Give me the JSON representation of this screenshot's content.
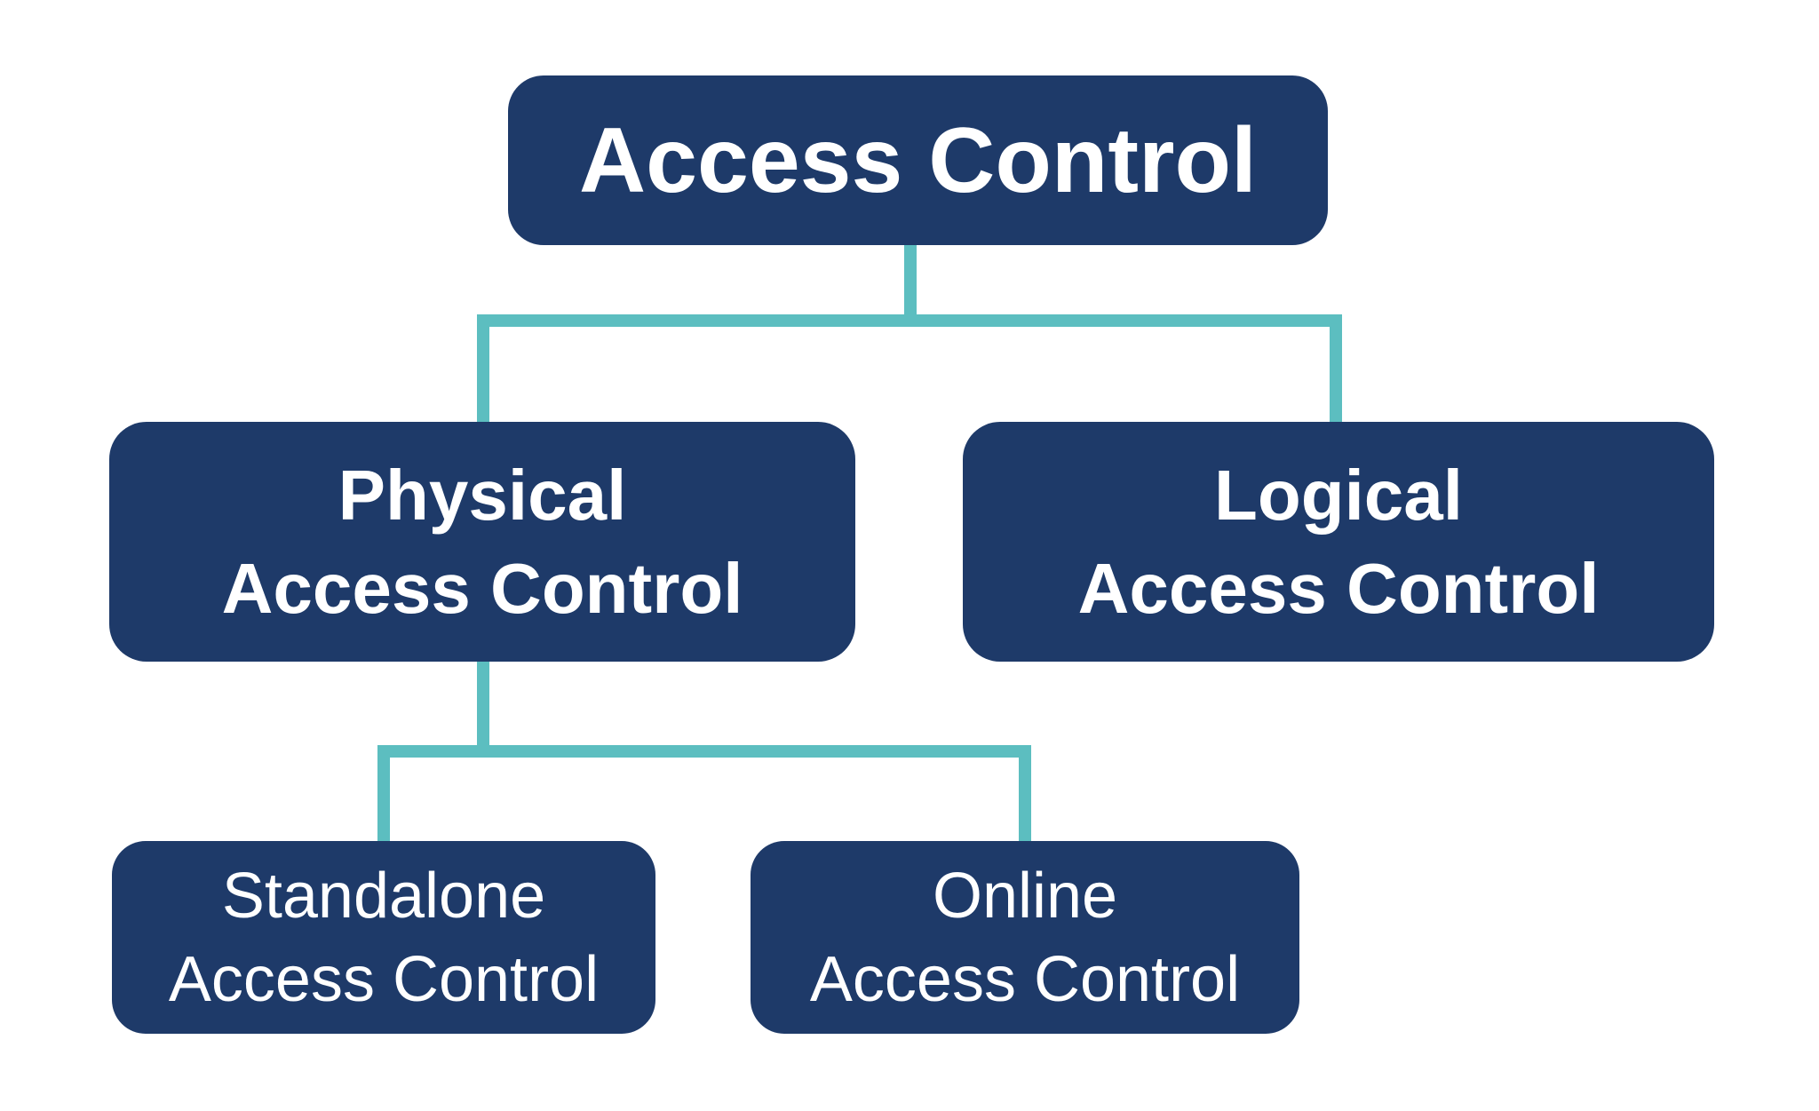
{
  "diagram": {
    "type": "hierarchy-tree",
    "title": "Access Control hierarchy"
  },
  "colors": {
    "background": "#ffffff",
    "node_bg": "#1e3a69",
    "node_text": "#ffffff",
    "connector": "#5cbec0"
  },
  "nodes": {
    "root": {
      "lines": [
        "Access Control"
      ]
    },
    "physical": {
      "lines": [
        "Physical",
        "Access Control"
      ]
    },
    "logical": {
      "lines": [
        "Logical",
        "Access Control"
      ]
    },
    "standalone": {
      "lines": [
        "Standalone",
        "Access Control"
      ]
    },
    "online": {
      "lines": [
        "Online",
        "Access Control"
      ]
    }
  },
  "edges": [
    {
      "from": "root",
      "to": "physical"
    },
    {
      "from": "root",
      "to": "logical"
    },
    {
      "from": "physical",
      "to": "standalone"
    },
    {
      "from": "physical",
      "to": "online"
    }
  ]
}
